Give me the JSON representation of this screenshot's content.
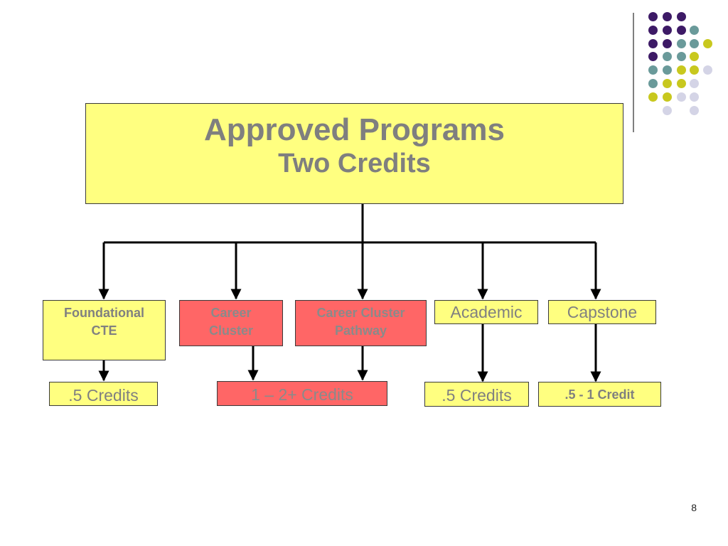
{
  "title": {
    "line1": "Approved Programs",
    "line2": "Two Credits"
  },
  "nodes": {
    "foundational": {
      "line1": "Foundational",
      "line2": "CTE"
    },
    "career_cluster": {
      "line1": "Career",
      "line2": "Cluster"
    },
    "pathway": {
      "line1": "Career Cluster",
      "line2": "Pathway"
    },
    "academic": {
      "label": "Academic"
    },
    "capstone": {
      "label": "Capstone"
    }
  },
  "credits": {
    "foundational": ".5 Credits",
    "cluster_pathway": "1 – 2+ Credits",
    "academic": ".5 Credits",
    "capstone": ".5 - 1 Credit"
  },
  "page_number": "8",
  "colors": {
    "yellow_fill": "#ffff80",
    "red_fill": "#ff6666",
    "text_gray": "#808080",
    "dot_purple": "#3d1a66",
    "dot_teal": "#6a9a9a",
    "dot_olive": "#c8c81e",
    "dot_lavender": "#d4d4e6"
  }
}
